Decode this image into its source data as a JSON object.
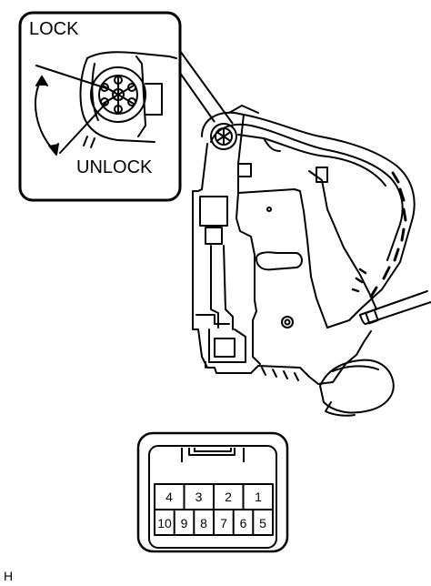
{
  "labels": {
    "lock": "LOCK",
    "unlock": "UNLOCK",
    "code": "H"
  },
  "connector": {
    "top_row": [
      "4",
      "3",
      "2",
      "1"
    ],
    "bottom_row": [
      "10",
      "9",
      "8",
      "7",
      "6",
      "5"
    ]
  },
  "colors": {
    "line": "#000000",
    "background": "#ffffff"
  }
}
